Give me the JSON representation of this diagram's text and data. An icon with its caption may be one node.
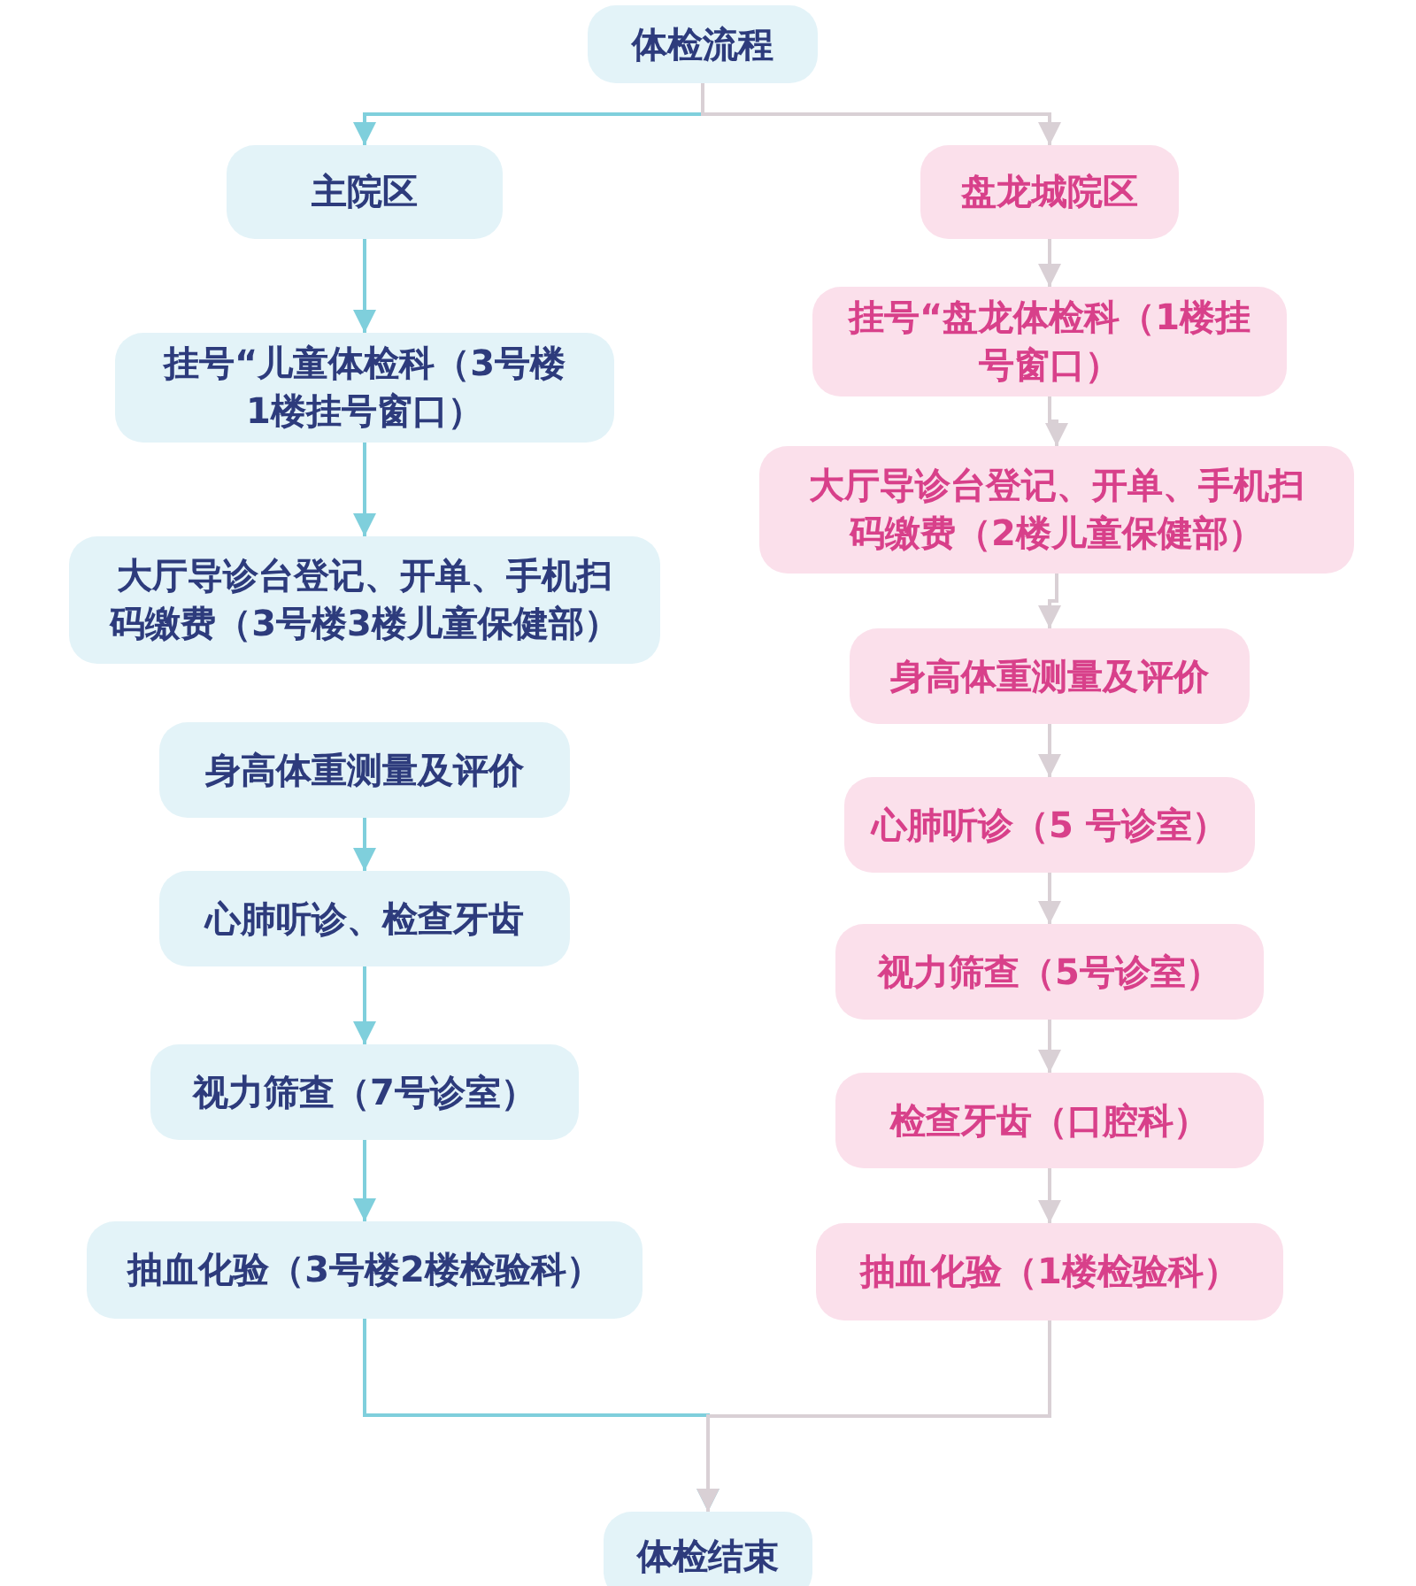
{
  "diagram": {
    "nodes": [
      {
        "text": [
          "体检流程"
        ]
      },
      {
        "text": [
          "主院区"
        ]
      },
      {
        "text": [
          "挂号“儿童体检科（3号楼1楼挂号窗口）"
        ]
      },
      {
        "text": [
          "大厅导诊台登记、开单、手机扫码缴费（3号楼3楼儿童保健部）"
        ]
      },
      {
        "text": [
          "身高体重测量及评价"
        ]
      },
      {
        "text": [
          "心肺听诊、检查牙齿"
        ]
      },
      {
        "text": [
          "视力筛查（7号诊室）"
        ]
      },
      {
        "text": [
          "抽血化验（3号楼2楼检验科）"
        ]
      },
      {
        "text": [
          "盘龙城院区"
        ]
      },
      {
        "text": [
          "挂号“盘龙体检科（1楼挂号窗口）"
        ]
      },
      {
        "text": [
          "大厅导诊台登记、开单、手机扫码缴费（2楼儿童保健部）"
        ]
      },
      {
        "text": [
          "身高体重测量及评价"
        ]
      },
      {
        "text": [
          "心肺听诊（5 号诊室）"
        ]
      },
      {
        "text": [
          "视力筛查（5号诊室）"
        ]
      },
      {
        "text": [
          "检查牙齿（口腔科）"
        ]
      },
      {
        "text": [
          "抽血化验（1楼检验科）"
        ]
      },
      {
        "text": [
          "体检结束"
        ]
      }
    ],
    "edges": [
      {
        "from": 0,
        "to": 1,
        "arrow": "to",
        "color": "#7fcfdc"
      },
      {
        "from": 0,
        "to": 8,
        "arrow": "to"
      },
      {
        "from": 1,
        "to": 2,
        "arrow": "to",
        "color": "#7fcfdc"
      },
      {
        "from": 2,
        "to": 3,
        "arrow": "to",
        "color": "#7fcfdc"
      },
      {
        "from": 4,
        "to": 5,
        "arrow": "to",
        "color": "#7fcfdc"
      },
      {
        "from": 5,
        "to": 6,
        "arrow": "to",
        "color": "#7fcfdc"
      },
      {
        "from": 6,
        "to": 7,
        "arrow": "to",
        "color": "#7fcfdc"
      },
      {
        "from": 8,
        "to": 9,
        "arrow": "to"
      },
      {
        "from": 9,
        "to": 10,
        "arrow": "to"
      },
      {
        "from": 10,
        "to": 11,
        "arrow": "to"
      },
      {
        "from": 11,
        "to": 12,
        "arrow": "to"
      },
      {
        "from": 12,
        "to": 13,
        "arrow": "to"
      },
      {
        "from": 13,
        "to": 14,
        "arrow": "to"
      },
      {
        "from": 14,
        "to": 15,
        "arrow": "to"
      },
      {
        "from": 7,
        "to": 16,
        "arrow": "to",
        "color": "#7fcfdc"
      },
      {
        "from": 15,
        "to": 16,
        "arrow": "to"
      }
    ]
  }
}
